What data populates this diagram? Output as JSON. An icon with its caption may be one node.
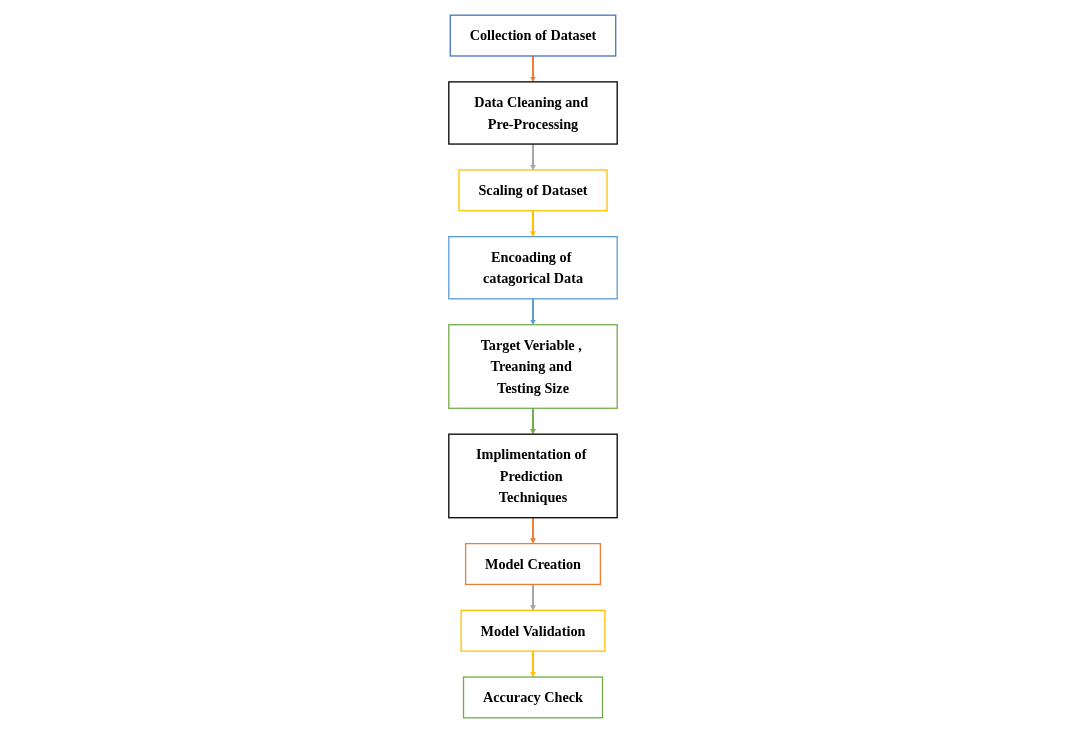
{
  "diagram": {
    "nodes": [
      {
        "text": [
          "Collection of Dataset"
        ]
      },
      {
        "text": [
          "Data Cleaning and Pre-Processing"
        ]
      },
      {
        "text": [
          "Scaling of Dataset"
        ]
      },
      {
        "text": [
          "Encoading of catagorical Data"
        ]
      },
      {
        "text": [
          "Target Veriable , Treaning and Testing Size"
        ]
      },
      {
        "text": [
          "Implimentation of Prediction Techniques"
        ]
      },
      {
        "text": [
          "Model Creation"
        ]
      },
      {
        "text": [
          "Model Validation"
        ]
      },
      {
        "text": [
          "Accuracy Check"
        ]
      }
    ],
    "edges": [
      {
        "from": 0,
        "to": 1,
        "arrow": "to",
        "color": "#ed7d31"
      },
      {
        "from": 1,
        "to": 2,
        "arrow": "to",
        "color": "#a5a5a5"
      },
      {
        "from": 2,
        "to": 3,
        "arrow": "to",
        "color": "#ffc000"
      },
      {
        "from": 3,
        "to": 4,
        "arrow": "to",
        "color": "#5b9bd5"
      },
      {
        "from": 4,
        "to": 5,
        "arrow": "to",
        "color": "#70ad47"
      },
      {
        "from": 5,
        "to": 6,
        "arrow": "to",
        "color": "#ed7d31"
      },
      {
        "from": 6,
        "to": 7,
        "arrow": "to",
        "color": "#a5a5a5"
      },
      {
        "from": 7,
        "to": 8,
        "arrow": "to",
        "color": "#ffc000"
      }
    ]
  }
}
